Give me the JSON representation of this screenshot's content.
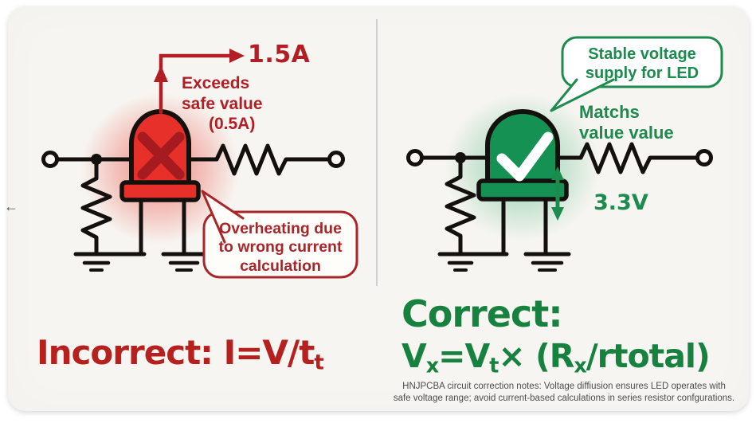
{
  "back_arrow_glyph": "←",
  "left_panel": {
    "current_label": "1.5A",
    "warning_lines": [
      "Exceeds",
      "safe value",
      "(0.5A)"
    ],
    "bubble_lines": [
      "Overheating due",
      "to wrong current",
      "calculation"
    ],
    "title_main": "Incorrect: I=V/t",
    "title_sub": "t",
    "colors": {
      "accent": "#b11e24",
      "led_fill": "#e8302a",
      "led_mark": "#a61b20"
    }
  },
  "right_panel": {
    "bubble_lines": [
      "Stable voltage",
      "supply for LED"
    ],
    "match_lines": [
      "Matchs",
      "value value"
    ],
    "voltage_label": "3.3V",
    "title_line1": "Correct:",
    "formula": {
      "p1": "V",
      "s1": "x",
      "p2": "=V",
      "s2": "t",
      "p3": "× (R",
      "s3": "x",
      "p4": "/rtotal)"
    },
    "colors": {
      "accent": "#1d8a4e",
      "led_fill": "#169154"
    }
  },
  "footnote": {
    "line1": "HNJPCBA circuit correction notes: Voltage diffiusion ensures LED operates with",
    "line2": "safe voltage range; avoid current-based calculations in series resistor confgurations."
  }
}
